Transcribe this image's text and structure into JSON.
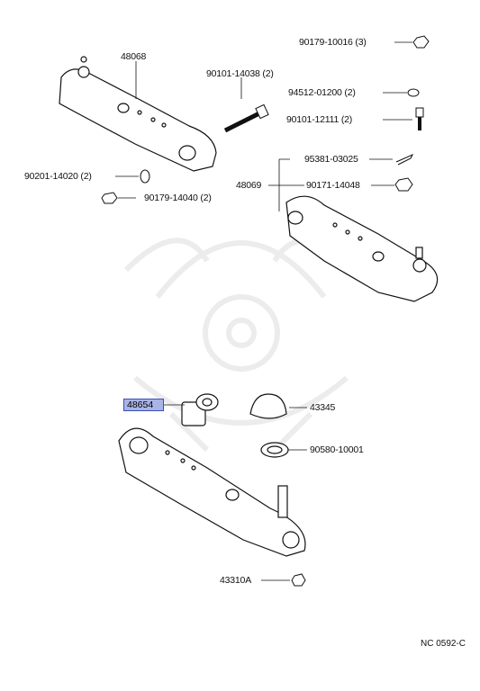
{
  "labels": {
    "p48068": "48068",
    "p90101_14038": "90101-14038 (2)",
    "p90179_10016": "90179-10016 (3)",
    "p94512_01200": "94512-01200 (2)",
    "p90101_12111": "90101-12111 (2)",
    "p95381_03025": "95381-03025",
    "p48069": "48069",
    "p90171_14048": "90171-14048",
    "p90201_14020": "90201-14020 (2)",
    "p90179_14040": "90179-14040 (2)",
    "p48654": "48654",
    "p43345": "43345",
    "p90580_10001": "90580-10001",
    "p43310A": "43310A"
  },
  "highlighted_part": "48654",
  "highlight_color": "#a9b4e6",
  "diagram_code": "NC 0592-C"
}
